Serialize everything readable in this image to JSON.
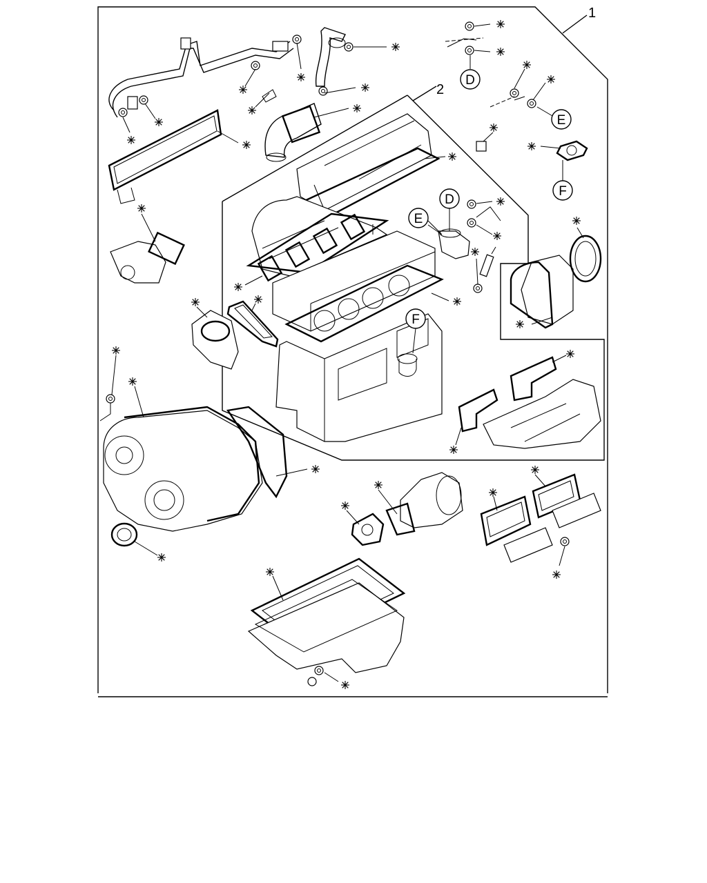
{
  "callouts": {
    "assembly_1": "1",
    "assembly_2": "2"
  },
  "references": {
    "D": "D",
    "E": "E",
    "F": "F"
  },
  "legend_symbol": "✳",
  "colors": {
    "line": "#000000",
    "background": "#ffffff"
  }
}
